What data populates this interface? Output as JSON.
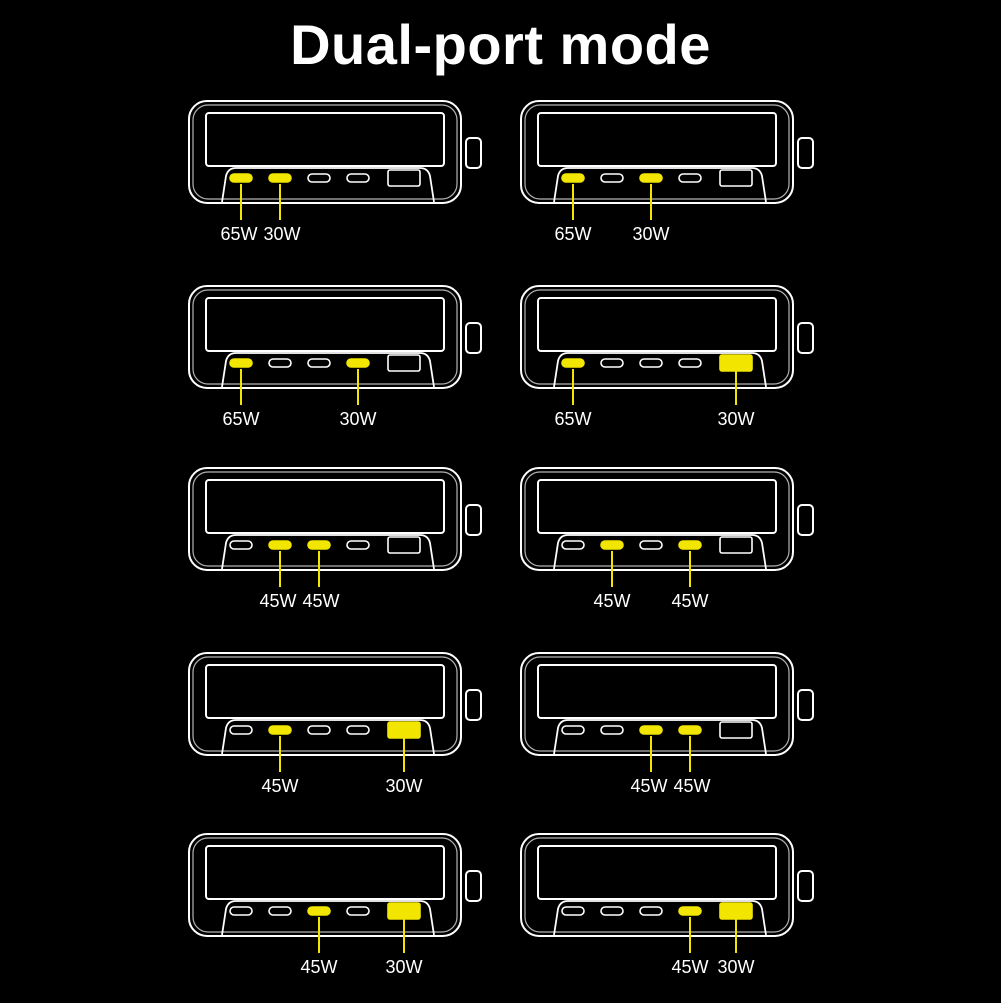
{
  "title": "Dual-port mode",
  "colors": {
    "active": "#f2e600",
    "outline": "#ffffff",
    "background": "#000000"
  },
  "port_types": [
    "usb-c",
    "usb-c",
    "usb-c",
    "usb-c",
    "usb-a"
  ],
  "configs": [
    {
      "active": [
        0,
        1
      ],
      "labels": [
        "65W",
        "30W"
      ]
    },
    {
      "active": [
        0,
        2
      ],
      "labels": [
        "65W",
        "30W"
      ]
    },
    {
      "active": [
        0,
        3
      ],
      "labels": [
        "65W",
        "30W"
      ]
    },
    {
      "active": [
        0,
        4
      ],
      "labels": [
        "65W",
        "30W"
      ]
    },
    {
      "active": [
        1,
        2
      ],
      "labels": [
        "45W",
        "45W"
      ]
    },
    {
      "active": [
        1,
        3
      ],
      "labels": [
        "45W",
        "45W"
      ]
    },
    {
      "active": [
        1,
        4
      ],
      "labels": [
        "45W",
        "30W"
      ]
    },
    {
      "active": [
        2,
        3
      ],
      "labels": [
        "45W",
        "45W"
      ]
    },
    {
      "active": [
        2,
        4
      ],
      "labels": [
        "45W",
        "30W"
      ]
    },
    {
      "active": [
        3,
        4
      ],
      "labels": [
        "45W",
        "30W"
      ]
    }
  ]
}
